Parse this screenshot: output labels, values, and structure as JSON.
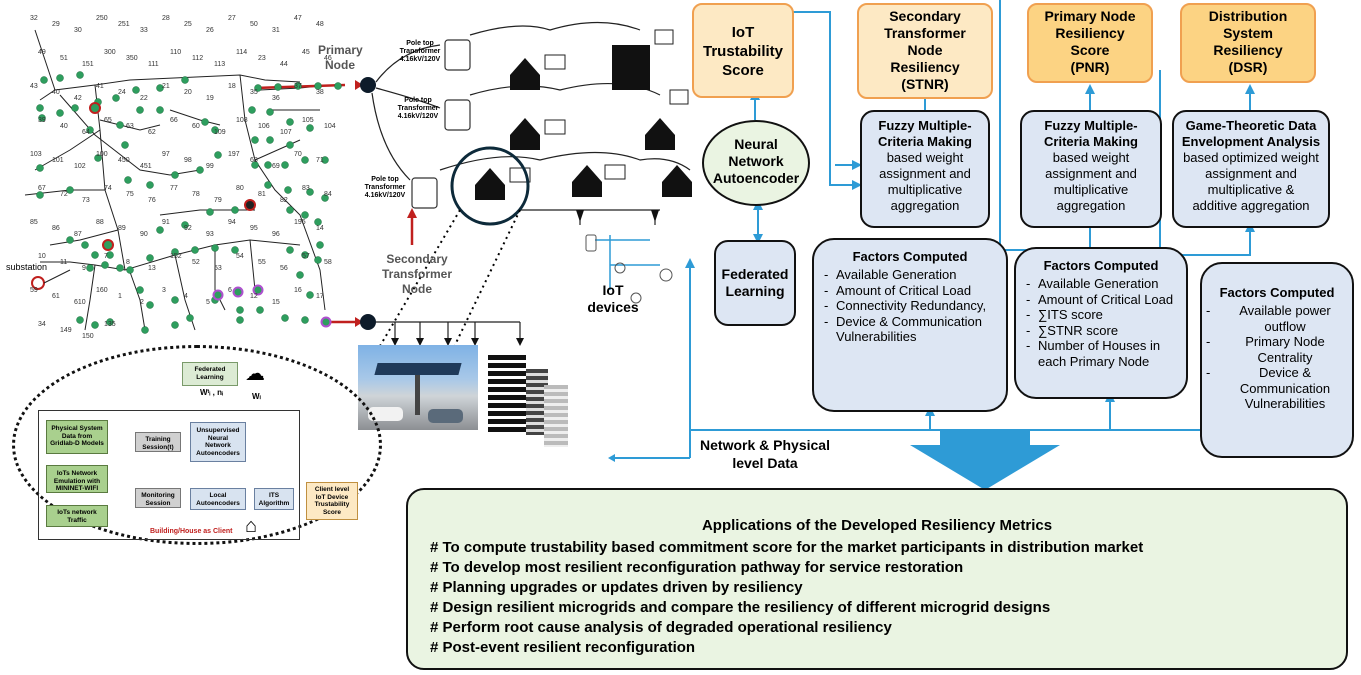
{
  "grid": {
    "primary_node": "Primary\nNode",
    "secondary_node": "Secondary\nTransformer\nNode",
    "substation": "substation",
    "pole_top": "Pole top\nTransformer\n4.16kV/120V",
    "iot_devices": "IoT\ndevices",
    "bus_labels": [
      "32",
      "29",
      "30",
      "250",
      "251",
      "33",
      "28",
      "25",
      "26",
      "27",
      "50",
      "31",
      "47",
      "48",
      "49",
      "51",
      "151",
      "300",
      "350",
      "111",
      "110",
      "112",
      "113",
      "114",
      "23",
      "44",
      "45",
      "46",
      "43",
      "40",
      "42",
      "41",
      "24",
      "22",
      "21",
      "20",
      "19",
      "18",
      "35",
      "36",
      "37",
      "38",
      "39",
      "40",
      "64",
      "65",
      "63",
      "62",
      "66",
      "60",
      "109",
      "108",
      "106",
      "107",
      "105",
      "104",
      "103",
      "101",
      "102",
      "100",
      "450",
      "451",
      "97",
      "98",
      "99",
      "197",
      "68",
      "69",
      "70",
      "71",
      "67",
      "72",
      "73",
      "74",
      "75",
      "76",
      "77",
      "78",
      "79",
      "80",
      "81",
      "82",
      "83",
      "84",
      "85",
      "86",
      "87",
      "88",
      "89",
      "90",
      "91",
      "92",
      "93",
      "94",
      "95",
      "96",
      "195",
      "14",
      "10",
      "11",
      "9",
      "7",
      "8",
      "13",
      "152",
      "52",
      "53",
      "54",
      "55",
      "56",
      "57",
      "58",
      "59",
      "61",
      "610",
      "160",
      "1",
      "2",
      "3",
      "4",
      "5",
      "6",
      "12",
      "15",
      "16",
      "17",
      "34",
      "149",
      "150",
      "135"
    ]
  },
  "inset": {
    "federated": "Federated\nLearning",
    "w_labels": [
      "Wᵗᵢ , nᵢ",
      "Wₗ"
    ],
    "physical": "Physical System\nData from\nGridlab-D Models",
    "emulation": "IoTs Network\nEmulation with\nMININET-WIFI",
    "traffic": "IoTs network\nTraffic",
    "training": "Training\nSession(t)",
    "monitoring": "Monitoring\nSession",
    "unsup": "Unsupervised\nNeural\nNetwork\nAutoencoders",
    "local": "Local\nAutoencoders",
    "its": "ITS\nAlgorithm",
    "client": "Client level\nIoT Device\nTrustability\nScore",
    "footer": "Building/House as Client"
  },
  "scores": {
    "iot": "IoT\nTrustability\nScore",
    "stnr": "Secondary\nTransformer\nNode\nResiliency\n(STNR)",
    "pnr": "Primary Node\nResiliency\nScore\n(PNR)",
    "dsr": "Distribution\nSystem\nResiliency\n(DSR)"
  },
  "methods": {
    "nn": "Neural\nNetwork\nAutoencoder",
    "fl": "Federated\nLearning",
    "fuzzy1_title": "Fuzzy Multiple-\nCriteria Making",
    "fuzzy1_body": "based weight\nassignment and\nmultiplicative\naggregation",
    "fuzzy2_title": "Fuzzy Multiple-\nCriteria Making",
    "fuzzy2_body": "based weight\nassignment and\nmultiplicative\naggregation",
    "game_title": "Game-Theoretic Data\nEnvelopment Analysis",
    "game_body": "based optimized weight\nassignment and\nmultiplicative &\nadditive aggregation"
  },
  "factors": {
    "title": "Factors Computed",
    "stnr": [
      "Available Generation",
      "Amount of Critical Load",
      "Connectivity Redundancy,",
      "Device & Communication Vulnerabilities"
    ],
    "pnr": [
      "Available Generation",
      "Amount of Critical Load",
      "∑ITS  score",
      "∑STNR  score",
      "Number of Houses in each Primary Node"
    ],
    "dsr": [
      "Available power outflow",
      "Primary Node Centrality",
      "Device & Communication Vulnerabilities"
    ]
  },
  "network_label": "Network & Physical\nlevel Data",
  "applications": {
    "title": "Applications of the Developed Resiliency Metrics",
    "items": [
      "# To compute trustability based commitment score for the market participants in distribution market",
      "# To develop most resilient reconfiguration pathway for service restoration",
      "# Planning upgrades or updates driven by resiliency",
      "# Design resilient microgrids and compare the resiliency of different microgrid designs",
      "# Perform root cause analysis of degraded operational resiliency",
      "# Post-event resilient reconfiguration"
    ]
  },
  "colors": {
    "orange": "#f0a050",
    "blue_fill": "#dde6f3",
    "arrow_blue": "#2e9bd6",
    "node_green": "#2e9e5e",
    "red": "#c0201e"
  }
}
